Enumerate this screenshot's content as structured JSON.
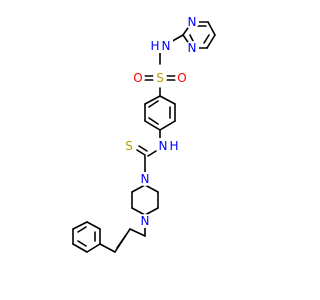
{
  "molecule": {
    "colors": {
      "carbon_bond": "#000000",
      "nitrogen": "#0000ff",
      "oxygen": "#ff0000",
      "sulfur": "#b8a200",
      "background": "#ffffff"
    },
    "atoms": {
      "pyrimidine_n1": "N",
      "pyrimidine_n3": "N",
      "sulfonamide_nh": "N",
      "sulfonamide_h": "H",
      "sulfonyl_s": "S",
      "sulfonyl_o_left": "O",
      "sulfonyl_o_right": "O",
      "thioamide_nh": "N",
      "thioamide_h": "H",
      "thiocarbonyl_s": "S",
      "piperazine_n1": "N",
      "piperazine_n4": "N"
    }
  }
}
